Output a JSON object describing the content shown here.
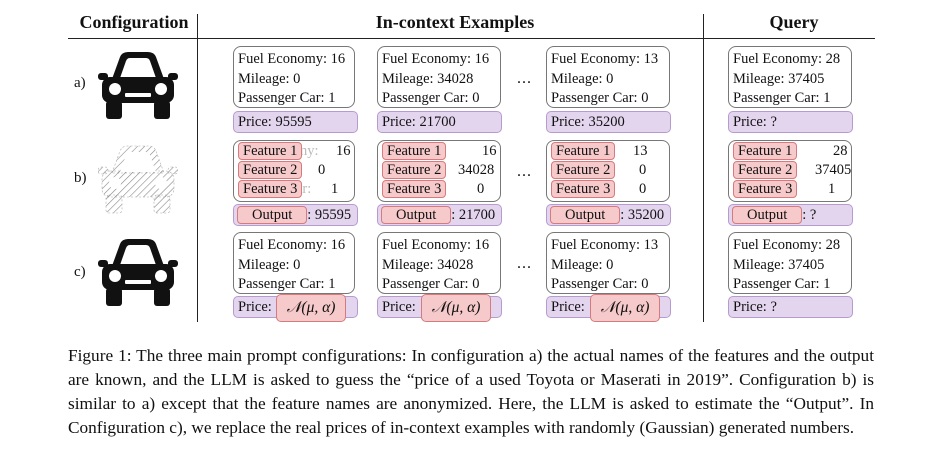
{
  "headers": {
    "configuration": "Configuration",
    "in_context": "In-context Examples",
    "query": "Query"
  },
  "row_labels": [
    "a)",
    "b)",
    "c)"
  ],
  "ellipsis": "...",
  "row_a": {
    "cards": [
      [
        "Fuel Economy: 16",
        "Mileage: 0",
        "Passenger Car: 1"
      ],
      [
        "Fuel Economy: 16",
        "Mileage: 34028",
        "Passenger Car: 0"
      ],
      [
        "Fuel Economy: 13",
        "Mileage: 0",
        "Passenger Car: 0"
      ],
      [
        "Fuel Economy: 28",
        "Mileage: 37405",
        "Passenger Car: 1"
      ]
    ],
    "outputs": [
      "Price: 95595",
      "Price: 21700",
      "Price: 35200",
      "Price: ?"
    ]
  },
  "row_b": {
    "feature_labels": [
      "Feature 1",
      "Feature 2",
      "Feature 3"
    ],
    "ghost_fragments": [
      "my:",
      "",
      "ar:"
    ],
    "values": [
      [
        "16",
        "0",
        "1"
      ],
      [
        "16",
        "34028",
        "0"
      ],
      [
        "13",
        "0",
        "0"
      ],
      [
        "28",
        "37405",
        "1"
      ]
    ],
    "output_label": "Output",
    "output_values": [
      ": 95595",
      ": 21700",
      ": 35200",
      ": ?"
    ]
  },
  "row_c": {
    "cards": [
      [
        "Fuel Economy: 16",
        "Mileage: 0",
        "Passenger Car: 1"
      ],
      [
        "Fuel Economy: 16",
        "Mileage: 34028",
        "Passenger Car: 0"
      ],
      [
        "Fuel Economy: 13",
        "Mileage: 0",
        "Passenger Car: 0"
      ],
      [
        "Fuel Economy: 28",
        "Mileage: 37405",
        "Passenger Car: 1"
      ]
    ],
    "price_label": "Price:",
    "gaussian": "𝒩(μ, α)",
    "query_output": "Price: ?"
  },
  "caption": "Figure 1: The three main prompt configurations: In configuration a) the actual names of the features and the output are known, and the LLM is asked to guess the “price of a used Toyota or Maserati in 2019”. Configuration b) is similar to a) except that the feature names are anonymized. Here, the LLM is asked to estimate the “Output”. In Configuration c), we replace the real prices of in-context examples with randomly (Gaussian) generated numbers."
}
